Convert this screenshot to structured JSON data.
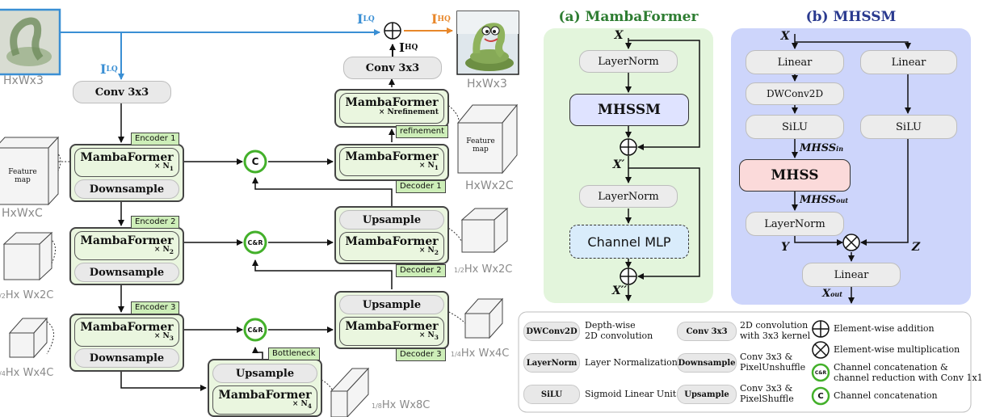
{
  "colors": {
    "lq_blue": "#3a8fd4",
    "hq_orange": "#e8872a",
    "green_fill": "#eaf6df",
    "tag_green": "#cdeeb8",
    "mamba_panel": "#e3f5dc",
    "mhssm_panel": "#cdd5fb",
    "mhssm_box": "#dfe3ff",
    "mhss_box": "#fbdada",
    "mlp_box": "#d9ecfb",
    "ring_green": "#43b02a"
  },
  "left": {
    "input_dim": "HxWx3",
    "output_dim": "HxWx3",
    "i_lq": "I",
    "i_lq_sup": "LQ",
    "i_lq_sup2": "LQ",
    "i_hq_plus": "I",
    "i_hq_plus_sup": "HQ",
    "i_hq_sub": "HQ",
    "i_hq": "I",
    "i_hq_sup": "HQ",
    "conv_in": "Conv 3x3",
    "conv_out": "Conv 3x3",
    "mamba": "MambaFormer",
    "downsample": "Downsample",
    "upsample": "Upsample",
    "n1": "× N",
    "n1_sub": "1",
    "n2_sub": "2",
    "n3_sub": "3",
    "n4_sub": "4",
    "nref": "× Nrefinement",
    "enc1": "Encoder 1",
    "enc2": "Encoder 2",
    "enc3": "Encoder 3",
    "dec1": "Decoder 1",
    "dec2": "Decoder 2",
    "dec3": "Decoder 3",
    "bottleneck": "Bottleneck",
    "refinement": "refinement",
    "c": "C",
    "cr": "C&R",
    "feature_map": "Feature map",
    "dim_hwc": "HxWxC",
    "dim_hw2c": "HxWx2C",
    "dim_half_2c": "Hx Wx2C",
    "dim_quarter_4c": "Hx Wx4C",
    "dim_eighth_8c": "Hx Wx8C",
    "frac_half": "1/2",
    "frac_quarter": "1/4",
    "frac_eighth": "1/8"
  },
  "mambaformer": {
    "title": "(a) MambaFormer",
    "x": "X",
    "layernorm1": "LayerNorm",
    "mhssm": "MHSSM",
    "x_prime": "X′",
    "layernorm2": "LayerNorm",
    "mlp": "Channel MLP",
    "x_dprime": "X′′"
  },
  "mhssm": {
    "title": "(b) MHSSM",
    "x": "X",
    "linear_left": "Linear",
    "linear_right": "Linear",
    "dwconv": "DWConv2D",
    "silu_left": "SiLU",
    "silu_right": "SiLU",
    "mhss_in": "MHSS",
    "mhss_in_sub": "in",
    "mhss": "MHSS",
    "mhss_out": "MHSS",
    "mhss_out_sub": "out",
    "layernorm": "LayerNorm",
    "y": "Y",
    "z": "Z",
    "linear_out": "Linear",
    "x_out": "X",
    "x_out_sub": "out"
  },
  "legend": {
    "dwconv_key": "DWConv2D",
    "dwconv_desc_1": "Depth-wise",
    "dwconv_desc_2": "2D convolution",
    "conv_key": "Conv 3x3",
    "conv_desc_1": "2D convolution",
    "conv_desc_2": "with 3x3 kernel",
    "ln_key": "LayerNorm",
    "ln_desc": "Layer Normalization",
    "down_key": "Downsample",
    "down_desc_1": "Conv 3x3 &",
    "down_desc_2": "PixelUnshuffle",
    "silu_key": "SiLU",
    "silu_desc": "Sigmoid Linear Unit",
    "up_key": "Upsample",
    "up_desc_1": "Conv 3x3 &",
    "up_desc_2": "PixelShuffle",
    "add_desc": "Element-wise addition",
    "mul_desc": "Element-wise multiplication",
    "cr_desc_1": "Channel concatenation &",
    "cr_desc_2": "channel reduction with Conv 1x1",
    "cr_symbol": "C&R",
    "c_symbol": "C",
    "c_desc": "Channel concatenation"
  }
}
